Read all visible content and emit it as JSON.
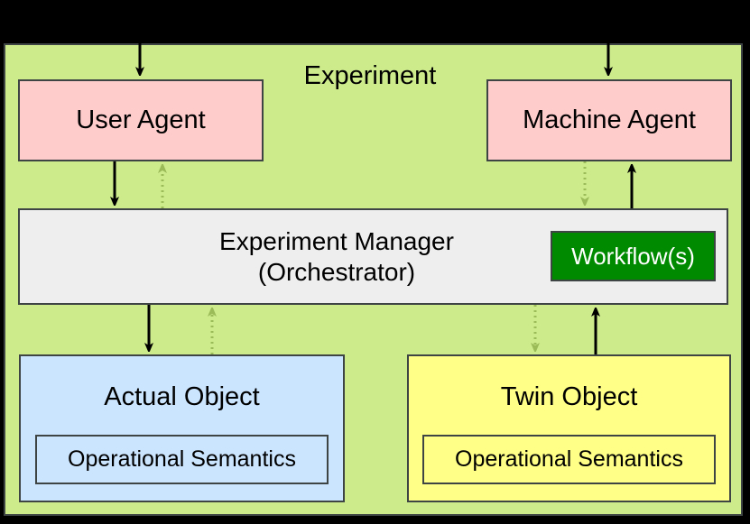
{
  "diagram": {
    "title": "Experiment",
    "container": {
      "label": "Experiment",
      "fill": "#cdeb8b",
      "stroke": "#3d4443"
    },
    "nodes": {
      "user_agent": {
        "label": "User Agent",
        "fill": "#ffcccc"
      },
      "machine_agent": {
        "label": "Machine Agent",
        "fill": "#ffcccc"
      },
      "experiment_manager": {
        "line1": "Experiment Manager",
        "line2": "(Orchestrator)",
        "fill": "#eeeeee"
      },
      "workflows": {
        "label": "Workflow(s)",
        "fill": "#008a00",
        "text_color": "#ffffff"
      },
      "actual_object": {
        "label": "Actual Object",
        "fill": "#cce5ff",
        "inner_label": "Operational Semantics"
      },
      "twin_object": {
        "label": "Twin Object",
        "fill": "#ffff88",
        "inner_label": "Operational Semantics"
      }
    },
    "edges": [
      {
        "name": "external-to-user-agent",
        "style": "solid",
        "direction": "down"
      },
      {
        "name": "external-to-machine-agent",
        "style": "solid",
        "direction": "down"
      },
      {
        "name": "user-agent-to-manager",
        "style": "solid",
        "direction": "down"
      },
      {
        "name": "manager-to-user-agent",
        "style": "dotted",
        "direction": "up"
      },
      {
        "name": "manager-to-machine-agent",
        "style": "dotted",
        "direction": "down"
      },
      {
        "name": "machine-agent-to-manager",
        "style": "solid",
        "direction": "up"
      },
      {
        "name": "manager-to-actual-object",
        "style": "solid",
        "direction": "down"
      },
      {
        "name": "actual-object-to-manager",
        "style": "dotted",
        "direction": "up"
      },
      {
        "name": "manager-to-twin-object",
        "style": "dotted",
        "direction": "down"
      },
      {
        "name": "twin-object-to-manager",
        "style": "solid",
        "direction": "up"
      }
    ],
    "colors": {
      "background": "#000000",
      "edge_solid": "#000000",
      "edge_dotted": "#9bbb59",
      "border": "#3d4443"
    }
  }
}
